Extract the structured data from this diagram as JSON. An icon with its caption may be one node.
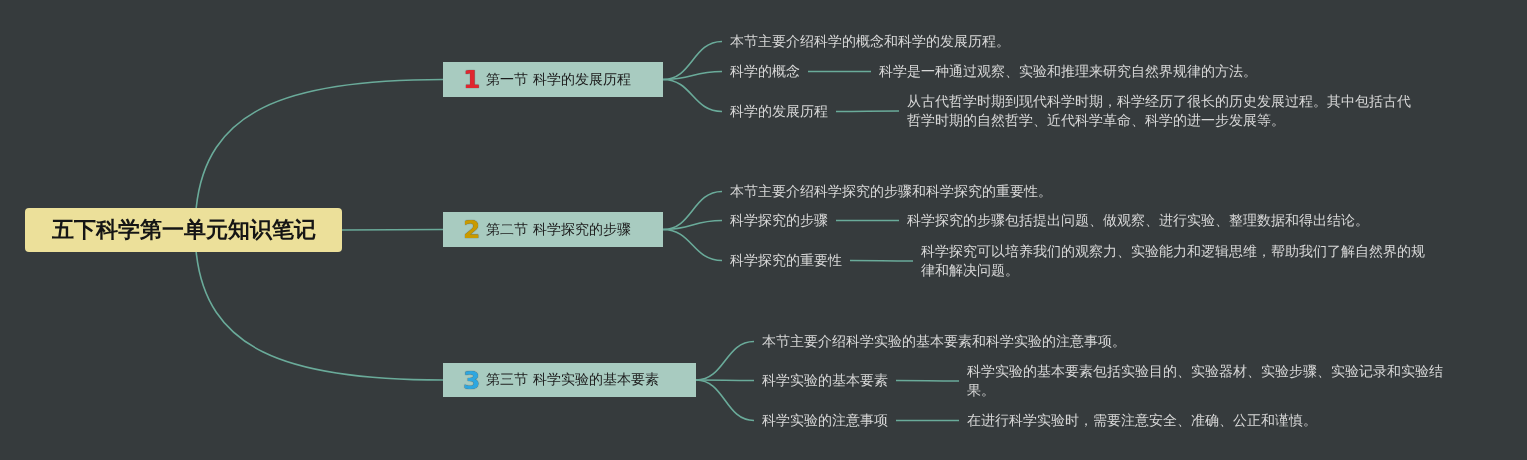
{
  "diagram": {
    "nodes": [
      {
        "text": [
          "五下科学第一单元知识笔记"
        ]
      },
      {
        "text": [
          "1",
          "第一节 科学的发展历程"
        ]
      },
      {
        "text": [
          "本节主要介绍科学的概念和科学的发展历程。"
        ]
      },
      {
        "text": [
          "科学的概念"
        ]
      },
      {
        "text": [
          "科学是一种通过观察、实验和推理来研究自然界规律的方法。"
        ]
      },
      {
        "text": [
          "科学的发展历程"
        ]
      },
      {
        "text": [
          "从古代哲学时期到现代科学时期，科学经历了很长的历史发展过程。其中包括古代哲学时期的自然哲学、近代科学革命、科学的进一步发展等。"
        ]
      },
      {
        "text": [
          "2",
          "第二节 科学探究的步骤"
        ]
      },
      {
        "text": [
          "本节主要介绍科学探究的步骤和科学探究的重要性。"
        ]
      },
      {
        "text": [
          "科学探究的步骤"
        ]
      },
      {
        "text": [
          "科学探究的步骤包括提出问题、做观察、进行实验、整理数据和得出结论。"
        ]
      },
      {
        "text": [
          "科学探究的重要性"
        ]
      },
      {
        "text": [
          "科学探究可以培养我们的观察力、实验能力和逻辑思维，帮助我们了解自然界的规律和解决问题。"
        ]
      },
      {
        "text": [
          "3",
          "第三节 科学实验的基本要素"
        ]
      },
      {
        "text": [
          "本节主要介绍科学实验的基本要素和科学实验的注意事项。"
        ]
      },
      {
        "text": [
          "科学实验的基本要素"
        ]
      },
      {
        "text": [
          "科学实验的基本要素包括实验目的、实验器材、实验步骤、实验记录和实验结果。"
        ]
      },
      {
        "text": [
          "科学实验的注意事项"
        ]
      },
      {
        "text": [
          "在进行科学实验时，需要注意安全、准确、公正和谨慎。"
        ]
      }
    ],
    "edges": [
      {
        "from": 0,
        "to": 1,
        "arrow": "none"
      },
      {
        "from": 0,
        "to": 7,
        "arrow": "none"
      },
      {
        "from": 0,
        "to": 13,
        "arrow": "none"
      },
      {
        "from": 1,
        "to": 2,
        "arrow": "none"
      },
      {
        "from": 1,
        "to": 3,
        "arrow": "none"
      },
      {
        "from": 3,
        "to": 4,
        "arrow": "none"
      },
      {
        "from": 1,
        "to": 5,
        "arrow": "none"
      },
      {
        "from": 5,
        "to": 6,
        "arrow": "none"
      },
      {
        "from": 7,
        "to": 8,
        "arrow": "none"
      },
      {
        "from": 7,
        "to": 9,
        "arrow": "none"
      },
      {
        "from": 9,
        "to": 10,
        "arrow": "none"
      },
      {
        "from": 7,
        "to": 11,
        "arrow": "none"
      },
      {
        "from": 11,
        "to": 12,
        "arrow": "none"
      },
      {
        "from": 13,
        "to": 14,
        "arrow": "none"
      },
      {
        "from": 13,
        "to": 15,
        "arrow": "none"
      },
      {
        "from": 15,
        "to": 16,
        "arrow": "none"
      },
      {
        "from": 13,
        "to": 17,
        "arrow": "none"
      },
      {
        "from": 17,
        "to": 18,
        "arrow": "none"
      }
    ]
  }
}
